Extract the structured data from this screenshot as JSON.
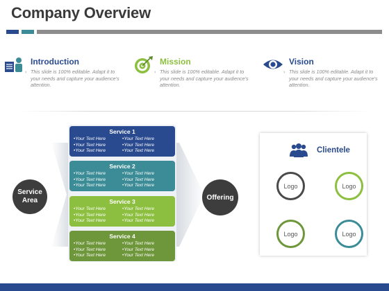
{
  "title": "Company Overview",
  "colors": {
    "navy": "#2a4a8f",
    "teal": "#3b8c96",
    "lime": "#8cbf3f",
    "olive": "#6e963a",
    "dark": "#3d3d3d",
    "gray": "#8c8c8c"
  },
  "columns": [
    {
      "heading": "Introduction",
      "icon": "presentation-person-icon",
      "color": "#2a4a8f",
      "text": "This slide is 100% editable. Adapt it to your needs and capture your audience's attention."
    },
    {
      "heading": "Mission",
      "icon": "target-icon",
      "color": "#8cbf3f",
      "text": "This slide is 100% editable. Adapt it to your needs and capture your audience's attention."
    },
    {
      "heading": "Vision",
      "icon": "eye-icon",
      "color": "#2a4a8f",
      "text": "This slide is 100% editable. Adapt it to your needs and capture your audience's attention."
    }
  ],
  "service_area_label": "Service Area",
  "offering_label": "Offering",
  "services": [
    {
      "title": "Service 1",
      "color": "#2a4a8f",
      "items": [
        "Your Text Here",
        "Your Text Here",
        "Your Text Here",
        "Your Text Here",
        "Your Text Here",
        "Your Text Here"
      ]
    },
    {
      "title": "Service 2",
      "color": "#3b8c96",
      "items": [
        "Your Text Here",
        "Your Text Here",
        "Your Text Here",
        "Your Text Here",
        "Your Text Here",
        "Your Text Here"
      ]
    },
    {
      "title": "Service 3",
      "color": "#8cbf3f",
      "items": [
        "Your Text Here",
        "Your Text Here",
        "Your Text Here",
        "Your Text Here",
        "Your Text Here",
        "Your Text Here"
      ]
    },
    {
      "title": "Service 4",
      "color": "#6e963a",
      "items": [
        "Your Text Here",
        "Your Text Here",
        "Your Text Here",
        "Your Text Here",
        "Your Text Here",
        "Your Text Here"
      ]
    }
  ],
  "clientele": {
    "title": "Clientele",
    "icon": "people-group-icon",
    "logos": [
      {
        "label": "Logo",
        "color": "#4a4a4a"
      },
      {
        "label": "Logo",
        "color": "#8cbf3f"
      },
      {
        "label": "Logo",
        "color": "#6e963a"
      },
      {
        "label": "Logo",
        "color": "#3b8c96"
      }
    ]
  }
}
